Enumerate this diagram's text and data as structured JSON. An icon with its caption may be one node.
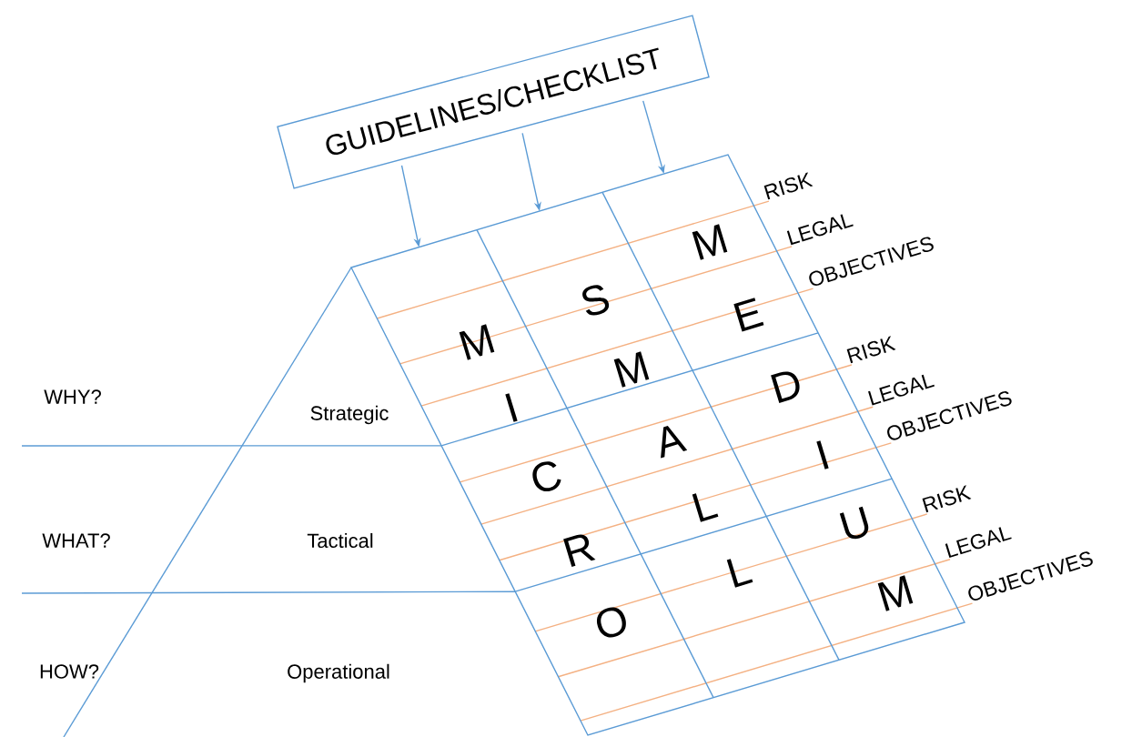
{
  "diagram": {
    "nodes": [
      {
        "text": [
          "GUIDELINES/CHECKLIST"
        ]
      },
      {
        "text": [],
        "shape": "box"
      }
    ],
    "edges": [
      {
        "from": 0,
        "to": 1,
        "arrow": "to"
      },
      {
        "from": 0,
        "to": 1,
        "arrow": "to"
      },
      {
        "from": 0,
        "to": 1,
        "arrow": "to"
      }
    ],
    "labels": [
      "RISK",
      "LEGAL",
      "OBJECTIVES",
      "RISK",
      "LEGAL",
      "OBJECTIVES",
      "RISK",
      "LEGAL",
      "OBJECTIVES",
      "M",
      "I",
      "C",
      "R",
      "O",
      "S",
      "M",
      "A",
      "L",
      "L",
      "M",
      "E",
      "D",
      "I",
      "U",
      "M",
      "WHY?",
      "Strategic",
      "WHAT?",
      "Tactical",
      "HOW?",
      "Operational"
    ]
  }
}
